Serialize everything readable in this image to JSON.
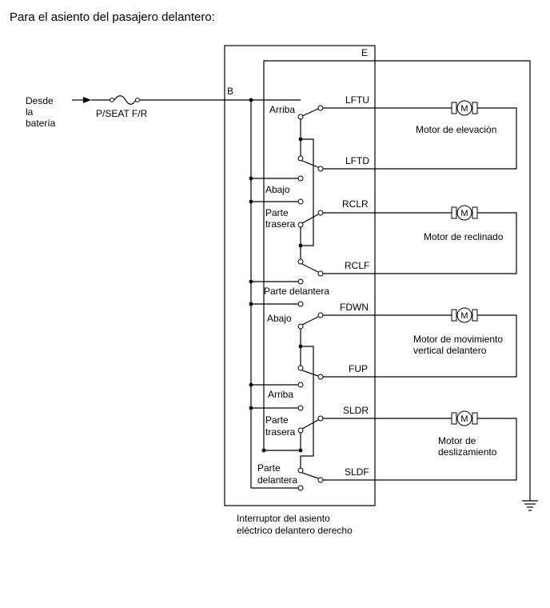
{
  "heading": "Para el asiento del pasajero delantero:",
  "source": [
    "Desde",
    "la",
    "batería"
  ],
  "fuse": "P/SEAT F/R",
  "connectors": {
    "b": "B",
    "e": "E"
  },
  "terminals": {
    "lftu": "LFTU",
    "lftd": "LFTD",
    "rclr": "RCLR",
    "rclf": "RCLF",
    "fdwn": "FDWN",
    "fup": "FUP",
    "sldr": "SLDR",
    "sldf": "SLDF"
  },
  "positions": {
    "lifter_up": "Arriba",
    "lifter_down": "Abajo",
    "recline_rear": [
      "Parte",
      "trasera"
    ],
    "recline_front": "Parte delantera",
    "vertical_down": "Abajo",
    "vertical_up": "Arriba",
    "slide_rear": [
      "Parte",
      "trasera"
    ],
    "slide_front": [
      "Parte",
      "delantera"
    ]
  },
  "motors": {
    "symbol": "M",
    "lifter": [
      "Motor de elevación"
    ],
    "recline": [
      "Motor de reclinado"
    ],
    "vertical": [
      "Motor de movimiento",
      "vertical delantero"
    ],
    "slide": [
      "Motor de",
      "deslizamiento"
    ]
  },
  "switch_label": [
    "Interruptor del asiento",
    "eléctrico delantero derecho"
  ]
}
